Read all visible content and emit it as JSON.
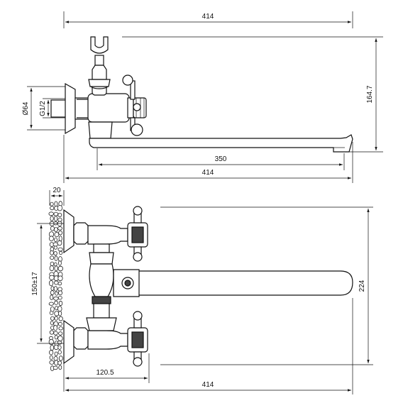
{
  "side_view": {
    "dim_top_overall": "414",
    "dim_spout_reach": "350",
    "dim_bottom_overall": "414",
    "dim_height": "164.7",
    "dim_flange_diameter": "Ø64",
    "dim_thread": "G1/2"
  },
  "front_view": {
    "dim_wall_depth": "20",
    "dim_center_distance": "150±17",
    "dim_height": "224",
    "dim_offset": "120.5",
    "dim_overall_length": "414"
  },
  "colors": {
    "line": "#111111",
    "background": "#ffffff"
  }
}
